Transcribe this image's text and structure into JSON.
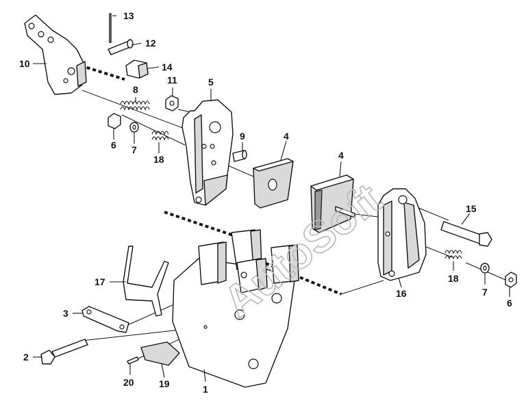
{
  "watermark": "AutoSoft",
  "callouts": [
    {
      "id": "c13",
      "text": "13"
    },
    {
      "id": "c12",
      "text": "12"
    },
    {
      "id": "c10",
      "text": "10"
    },
    {
      "id": "c14",
      "text": "14"
    },
    {
      "id": "c11",
      "text": "11"
    },
    {
      "id": "c5",
      "text": "5"
    },
    {
      "id": "c8",
      "text": "8"
    },
    {
      "id": "c9",
      "text": "9"
    },
    {
      "id": "c4a",
      "text": "4"
    },
    {
      "id": "c4b",
      "text": "4"
    },
    {
      "id": "c6a",
      "text": "6"
    },
    {
      "id": "c7a",
      "text": "7"
    },
    {
      "id": "c18a",
      "text": "18"
    },
    {
      "id": "c15",
      "text": "15"
    },
    {
      "id": "c17",
      "text": "17"
    },
    {
      "id": "c18b",
      "text": "18"
    },
    {
      "id": "c16",
      "text": "16"
    },
    {
      "id": "c7b",
      "text": "7"
    },
    {
      "id": "c6b",
      "text": "6"
    },
    {
      "id": "c3",
      "text": "3"
    },
    {
      "id": "c2",
      "text": "2"
    },
    {
      "id": "c20",
      "text": "20"
    },
    {
      "id": "c19",
      "text": "19"
    },
    {
      "id": "c1",
      "text": "1"
    }
  ]
}
